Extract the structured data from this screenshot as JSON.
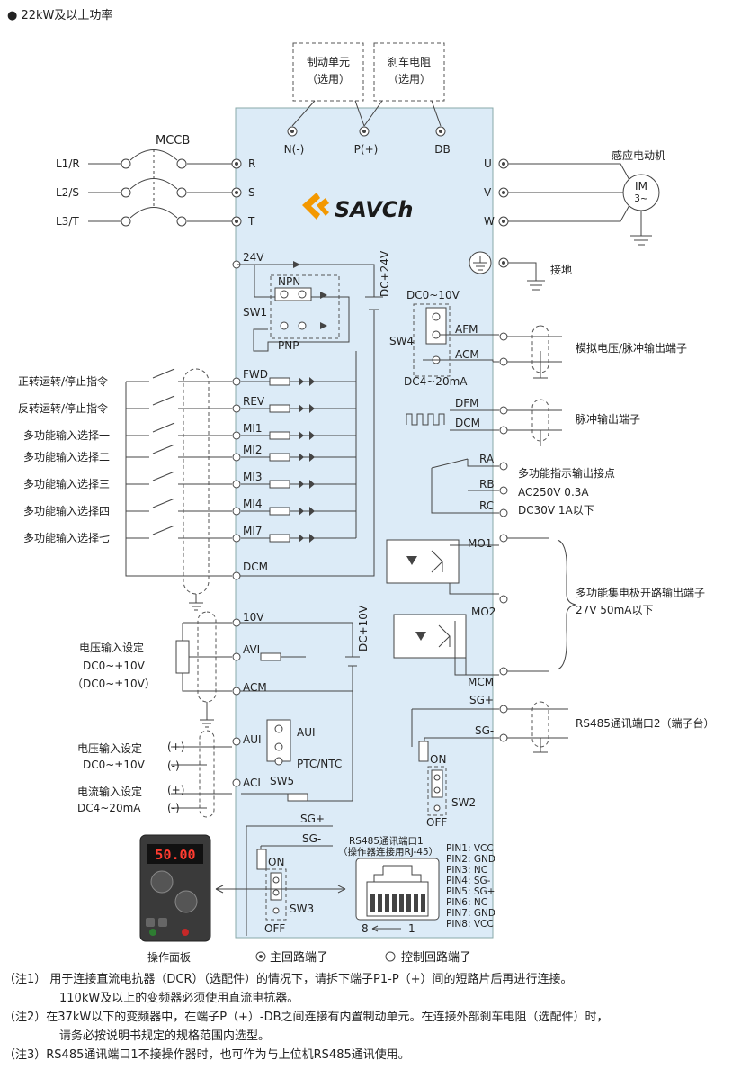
{
  "header": "22kW及以上功率",
  "brand": "SAVCh",
  "boxes": {
    "brake_unit": [
      "制动单元",
      "（选用）"
    ],
    "brake_resistor": [
      "刹车电阻",
      "（选用）"
    ]
  },
  "mccb": "MCCB",
  "inputs": [
    "L1/R",
    "L2/S",
    "L3/T"
  ],
  "main_in_terms": [
    "R",
    "S",
    "T"
  ],
  "dc_terms": [
    "N(-)",
    "P(+)",
    "DB"
  ],
  "out_terms": [
    "U",
    "V",
    "W"
  ],
  "motor": {
    "label": "感应电动机",
    "im": "IM",
    "phase": "3~"
  },
  "ground": "接地",
  "power": {
    "v24": "24V",
    "dc24": "DC+24V",
    "npn": "NPN",
    "pnp": "PNP",
    "sw1": "SW1"
  },
  "digital_inputs": [
    {
      "label": "正转运转/停止指令",
      "term": "FWD"
    },
    {
      "label": "反转运转/停止指令",
      "term": "REV"
    },
    {
      "label": "多功能输入选择一",
      "term": "MI1"
    },
    {
      "label": "多功能输入选择二",
      "term": "MI2"
    },
    {
      "label": "多功能输入选择三",
      "term": "MI3"
    },
    {
      "label": "多功能输入选择四",
      "term": "MI4"
    },
    {
      "label": "多功能输入选择七",
      "term": "MI7"
    }
  ],
  "dcm": "DCM",
  "analog_out": {
    "dc010": "DC0~10V",
    "sw4": "SW4",
    "dc420": "DC4~20mA",
    "afm": "AFM",
    "acm": "ACM",
    "label": "模拟电压/脉冲输出端子"
  },
  "pulse_out": {
    "dfm": "DFM",
    "dcm": "DCM",
    "label": "脉冲输出端子"
  },
  "relay": {
    "ra": "RA",
    "rb": "RB",
    "rc": "RC",
    "l1": "多功能指示输出接点",
    "l2": "AC250V  0.3A",
    "l3": "DC30V  1A以下"
  },
  "mo": {
    "mo1": "MO1",
    "mo2": "MO2",
    "mcm": "MCM",
    "l1": "多功能集电极开路输出端子",
    "l2": "27V 50mA以下"
  },
  "analog_in": {
    "v10": "10V",
    "dc10": "DC+10V",
    "avi": "AVI",
    "acm": "ACM",
    "volt_set": [
      "电压输入设定",
      "DC0~+10V",
      "（DC0~±10V）"
    ],
    "aui": "AUI",
    "aui_sel": "AUI",
    "ptc": "PTC/NTC",
    "aui_set": [
      "电压输入设定",
      "DC0~±10V"
    ],
    "aci": "ACI",
    "sw5": "SW5",
    "aci_set": [
      "电流输入设定",
      "DC4~20mA"
    ],
    "plus": "(+)",
    "minus": "(-)"
  },
  "rs485_2": {
    "sgp": "SG+",
    "sgm": "SG-",
    "on": "ON",
    "sw2": "SW2",
    "off": "OFF",
    "label": "RS485通讯端口2（端子台）"
  },
  "rs485_1": {
    "sgp": "SG+",
    "sgm": "SG-",
    "on": "ON",
    "sw3": "SW3",
    "off": "OFF",
    "title1": "RS485通讯端口1",
    "title2": "（操作器连接用RJ-45）",
    "pin8": "8",
    "pin1": "1",
    "pins": [
      "PIN1: VCC",
      "PIN2: GND",
      "PIN3: NC",
      "PIN4: SG-",
      "PIN5: SG+",
      "PIN6: NC",
      "PIN7: GND",
      "PIN8: VCC"
    ]
  },
  "panel": {
    "display": "50.00",
    "label": "操作面板"
  },
  "legend": {
    "main": "主回路端子",
    "ctrl": "控制回路端子"
  },
  "notes": [
    "（注1） 用于连接直流电抗器（DCR）（选配件）的情况下，请拆下端子P1-P（+）间的短路片后再进行连接。",
    "110kW及以上的变频器必须使用直流电抗器。",
    "（注2）在37kW以下的变频器中，在端子P（+）-DB之间连接有内置制动单元。在连接外部刹车电阻（选配件）时，",
    "请务必按说明书规定的规格范围内选型。",
    "（注3）RS485通讯端口1不接操作器时，也可作为与上位机RS485通讯使用。"
  ],
  "colors": {
    "inverter_fill": "#dcebf7",
    "logo_orange": "#f39800",
    "panel_body": "#3a3a3a"
  }
}
